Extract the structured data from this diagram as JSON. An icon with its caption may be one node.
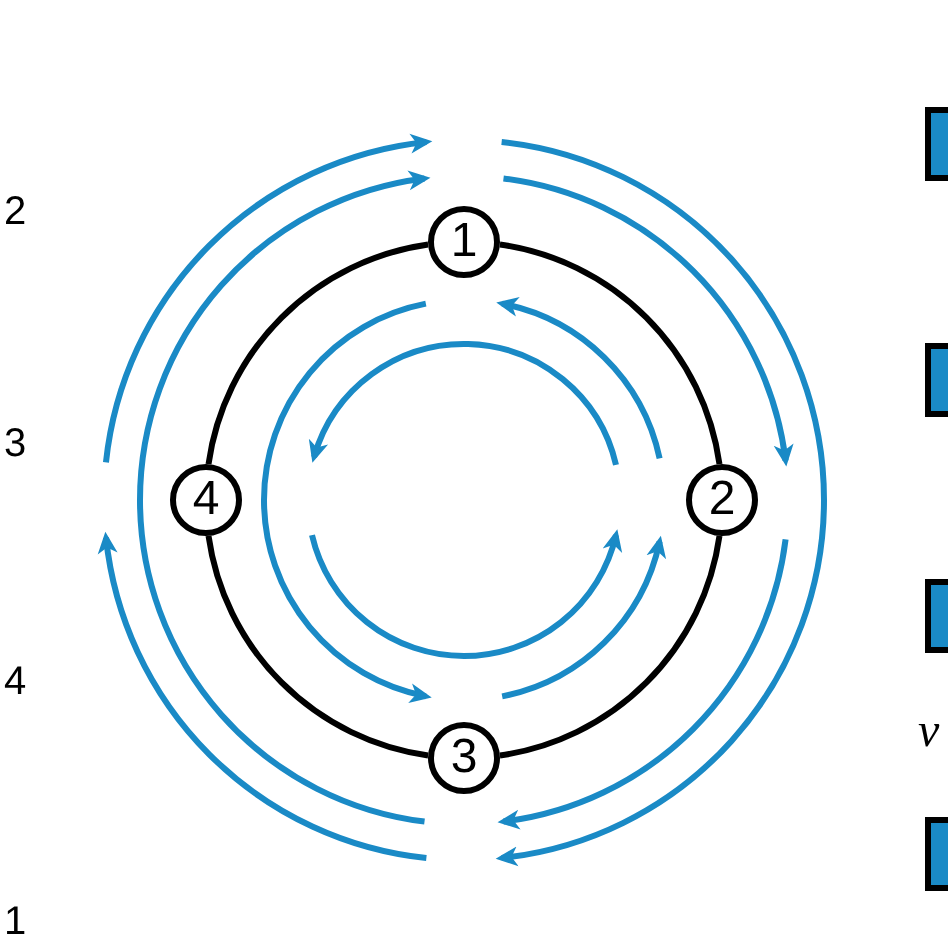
{
  "diagram": {
    "nodes": [
      {
        "text": [
          "1"
        ]
      },
      {
        "text": [
          "2"
        ]
      },
      {
        "text": [
          "3"
        ]
      },
      {
        "text": [
          "4"
        ]
      }
    ],
    "edges": [
      {
        "from": 0,
        "to": 1,
        "arrow": "none"
      },
      {
        "from": 1,
        "to": 2,
        "arrow": "none"
      },
      {
        "from": 2,
        "to": 3,
        "arrow": "none"
      },
      {
        "from": 3,
        "to": 0,
        "arrow": "none"
      }
    ],
    "labels": [
      "2",
      "3",
      "4",
      "1",
      "v"
    ]
  }
}
